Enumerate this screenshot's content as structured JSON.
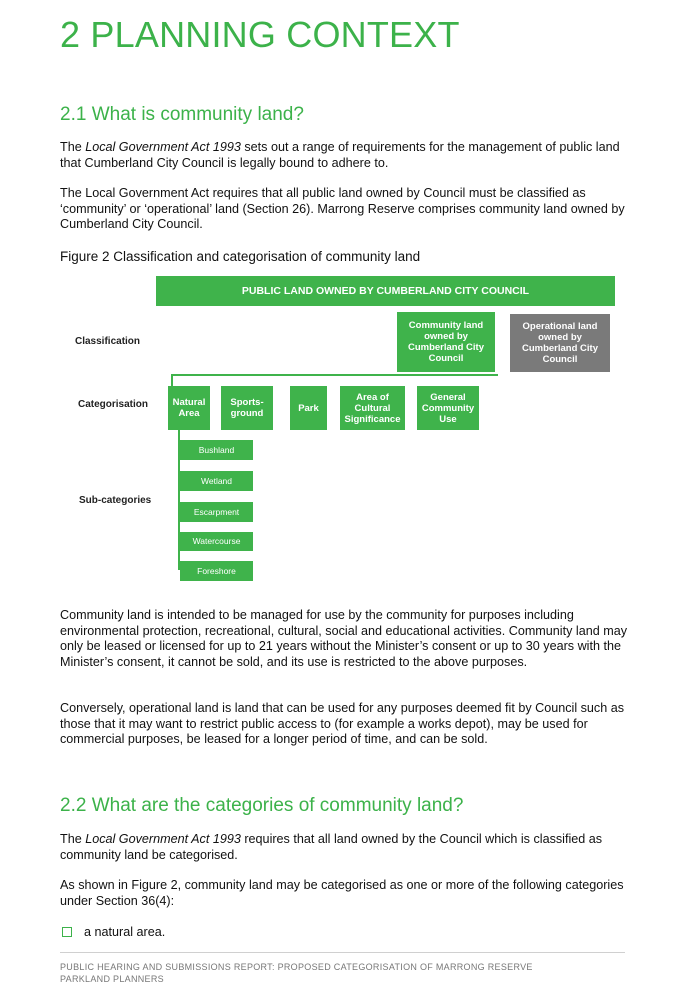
{
  "page_title": "2  PLANNING CONTEXT",
  "section_1": {
    "heading": "2.1 What is community land?",
    "p1_italic": "Local Government Act 1993",
    "p1_pre": "The ",
    "p1_post": " sets out a range of requirements for the management of public land that Cumberland City Council is legally bound to adhere to.",
    "p2": "The Local Government Act requires that all public land owned by Council must be classified as ‘community’ or ‘operational’ land (Section 26).  Marrong Reserve comprises community land owned by Cumberland City Council."
  },
  "figure": {
    "caption": "Figure 2    Classification and categorisation of community land",
    "top_box": "PUBLIC LAND OWNED BY CUMBERLAND CITY COUNCIL",
    "row_labels": [
      "Classification",
      "Categorisation",
      "Sub-categories"
    ],
    "classification": [
      "Community land owned by Cumberland City Council",
      "Operational land owned by Cumberland City Council"
    ],
    "categories": [
      "Natural Area",
      "Sports-ground",
      "Park",
      "Area of Cultural Significance",
      "General Community Use"
    ],
    "subcategories": [
      "Bushland",
      "Wetland",
      "Escarpment",
      "Watercourse",
      "Foreshore"
    ],
    "colors": {
      "green": "#3fb34b",
      "grey": "#7a7a7a"
    }
  },
  "section_1_after": {
    "p3": "Community land is intended to be managed for use by the community for purposes including environmental protection, recreational, cultural, social and educational activities. Community land may only be leased or licensed for up to 21 years without the Minister’s consent or up to 30 years with the Minister’s consent, it cannot be sold, and its use is restricted to the above purposes.",
    "p4": "Conversely, operational land is land that can be used for any purposes deemed fit by Council such as those that it may want to restrict public access to (for example a works depot), may be used for commercial purposes, be leased for a longer period of time, and can be sold."
  },
  "section_2": {
    "heading": "2.2 What are the categories of community land?",
    "p1_pre": "The ",
    "p1_italic": "Local Government Act 1993",
    "p1_post": " requires that all land owned by the Council which is classified as community land be categorised.",
    "p2": "As shown in Figure 2, community land may be categorised as one or more of the following categories under Section 36(4):",
    "bullet_1": "a natural area."
  },
  "footer": {
    "line1": "PUBLIC HEARING AND SUBMISSIONS REPORT: PROPOSED CATEGORISATION OF MARRONG RESERVE",
    "line2": "PARKLAND PLANNERS"
  }
}
